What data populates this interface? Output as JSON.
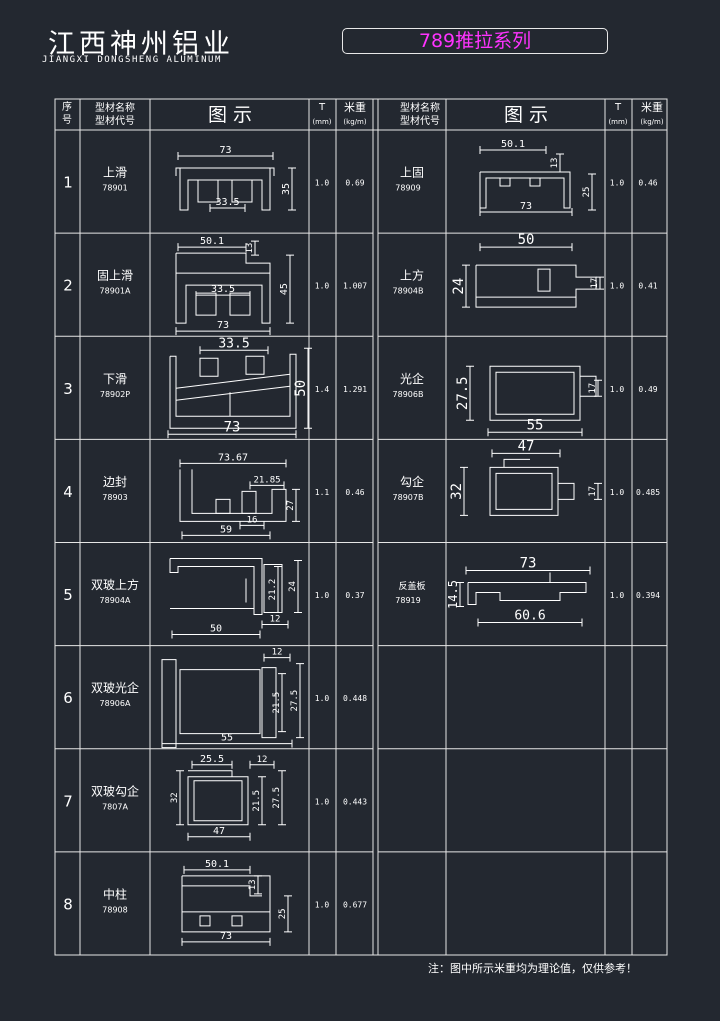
{
  "header": {
    "brand": "江西神州铝业",
    "brand_en": "JIANGXI DONGSHENG ALUMINUM",
    "series_title": "789推拉系列"
  },
  "table_header": {
    "no": "序号",
    "name": "型材名称",
    "code": "型材代号",
    "figure": "图  示",
    "t": "T",
    "t_unit": "(mm)",
    "weight": "米重",
    "weight_unit": "(kg/m)"
  },
  "left_rows": [
    {
      "no": "1",
      "name": "上滑",
      "code": "78901",
      "t": "1.0",
      "w": "0.69",
      "dims": [
        "73",
        "33.5",
        "35"
      ]
    },
    {
      "no": "2",
      "name": "固上滑",
      "code": "78901A",
      "t": "1.0",
      "w": "1.007",
      "dims": [
        "50.1",
        "13",
        "33.5",
        "45",
        "73"
      ]
    },
    {
      "no": "3",
      "name": "下滑",
      "code": "78902P",
      "t": "1.4",
      "w": "1.291",
      "dims": [
        "33.5",
        "50",
        "73"
      ]
    },
    {
      "no": "4",
      "name": "边封",
      "code": "78903",
      "t": "1.1",
      "w": "0.46",
      "dims": [
        "73.67",
        "21.85",
        "27",
        "16",
        "59"
      ]
    },
    {
      "no": "5",
      "name": "双玻上方",
      "code": "78904A",
      "t": "1.0",
      "w": "0.37",
      "dims": [
        "21.2",
        "24",
        "50",
        "12"
      ]
    },
    {
      "no": "6",
      "name": "双玻光企",
      "code": "78906A",
      "t": "1.0",
      "w": "0.448",
      "dims": [
        "12",
        "21.5",
        "27.5",
        "55"
      ]
    },
    {
      "no": "7",
      "name": "双玻勾企",
      "code": "7807A",
      "t": "1.0",
      "w": "0.443",
      "dims": [
        "25.5",
        "12",
        "32",
        "21.5",
        "27.5",
        "47"
      ]
    },
    {
      "no": "8",
      "name": "中柱",
      "code": "78908",
      "t": "1.0",
      "w": "0.677",
      "dims": [
        "50.1",
        "13",
        "25",
        "73"
      ]
    }
  ],
  "right_rows": [
    {
      "name": "上固",
      "code": "78909",
      "t": "1.0",
      "w": "0.46",
      "dims": [
        "50.1",
        "13",
        "25",
        "73"
      ]
    },
    {
      "name": "上方",
      "code": "78904B",
      "t": "1.0",
      "w": "0.41",
      "dims": [
        "50",
        "24",
        "17"
      ]
    },
    {
      "name": "光企",
      "code": "78906B",
      "t": "1.0",
      "w": "0.49",
      "dims": [
        "27.5",
        "17",
        "55"
      ]
    },
    {
      "name": "勾企",
      "code": "78907B",
      "t": "1.0",
      "w": "0.485",
      "dims": [
        "47",
        "32",
        "17"
      ]
    },
    {
      "name": "反盖板",
      "code": "78919",
      "t": "1.0",
      "w": "0.394",
      "dims": [
        "73",
        "14.5",
        "60.6"
      ]
    }
  ],
  "note": "注：图中所示米重均为理论值，仅供参考！"
}
